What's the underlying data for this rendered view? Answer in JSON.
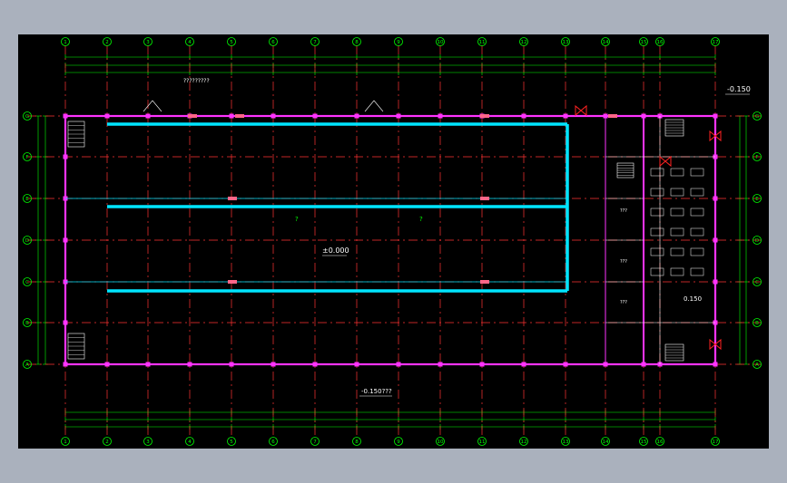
{
  "colors": {
    "page_bg": "#aab1bd",
    "canvas_bg": "#000000",
    "axis": "#00ff00",
    "grid": "#ff3333",
    "wall": "#ff33ff",
    "duct": "#00e5ff",
    "dim": "#00ff00",
    "text": "#ffffff",
    "accent": "#ff2222"
  },
  "columns": [
    "1",
    "2",
    "3",
    "4",
    "5",
    "6",
    "7",
    "8",
    "9",
    "10",
    "11",
    "12",
    "13",
    "14",
    "15",
    "16",
    "17"
  ],
  "rows": [
    "G",
    "F",
    "E",
    "D",
    "C",
    "B",
    "A"
  ],
  "labels": {
    "elev_main": "±0.000",
    "elev_top_right": "-0.150",
    "elev_bottom": "-0.150???",
    "elev_inner": "0.150",
    "top_note": "?????????",
    "room_mark_1": "?",
    "room_mark_2": "?",
    "room_a": "???",
    "room_b": "???",
    "room_c": "???"
  }
}
